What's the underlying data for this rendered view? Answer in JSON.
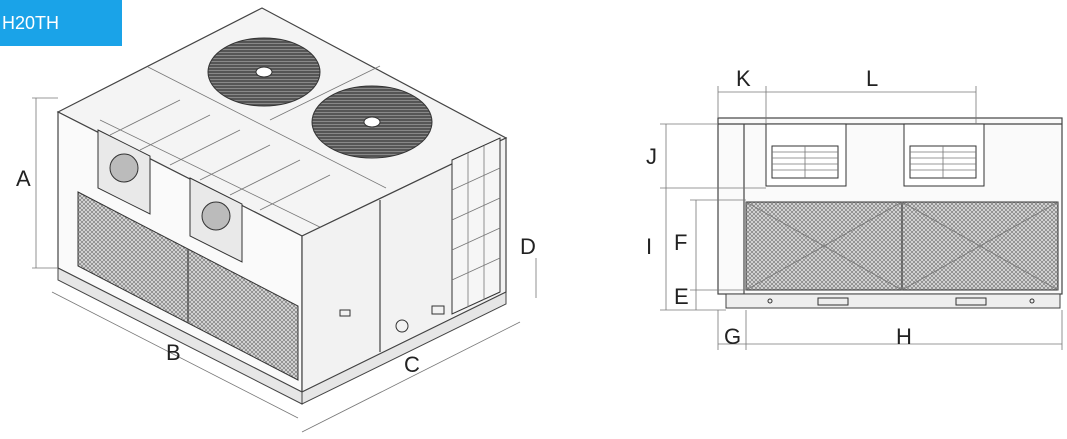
{
  "model_badge": "H20TH",
  "labels": {
    "A": "A",
    "B": "B",
    "C": "C",
    "D": "D",
    "E": "E",
    "F": "F",
    "G": "G",
    "H": "H",
    "I": "I",
    "J": "J",
    "K": "K",
    "L": "L"
  },
  "colors": {
    "badge": "#1aa3e8",
    "line": "#444444",
    "mesh": "#9a9a9a"
  }
}
